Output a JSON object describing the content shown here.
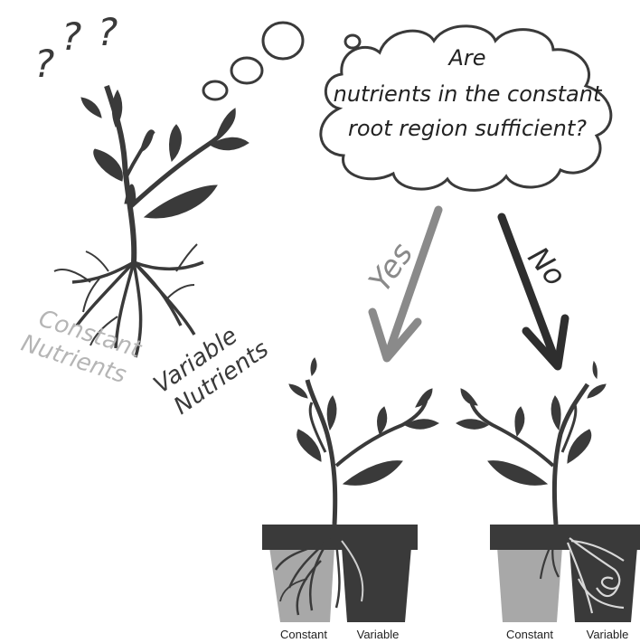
{
  "question": {
    "line1": "Are",
    "line2": "nutrients in the constant",
    "line3": "root region sufficient?"
  },
  "question_marks": [
    "?",
    "?",
    "?"
  ],
  "branches": {
    "yes": "Yes",
    "no": "No"
  },
  "root_labels": {
    "constant_line1": "Constant",
    "constant_line2": "Nutrients",
    "variable_line1": "Variable",
    "variable_line2": "Nutrients"
  },
  "pots": {
    "yes_constant": "Constant",
    "yes_variable": "Variable",
    "no_constant": "Constant",
    "no_variable": "Variable"
  },
  "colors": {
    "dark": "#3a3a3a",
    "light_gray": "#9a9a9a",
    "yes_arrow": "#8a8a8a",
    "no_arrow": "#2e2e2e"
  }
}
